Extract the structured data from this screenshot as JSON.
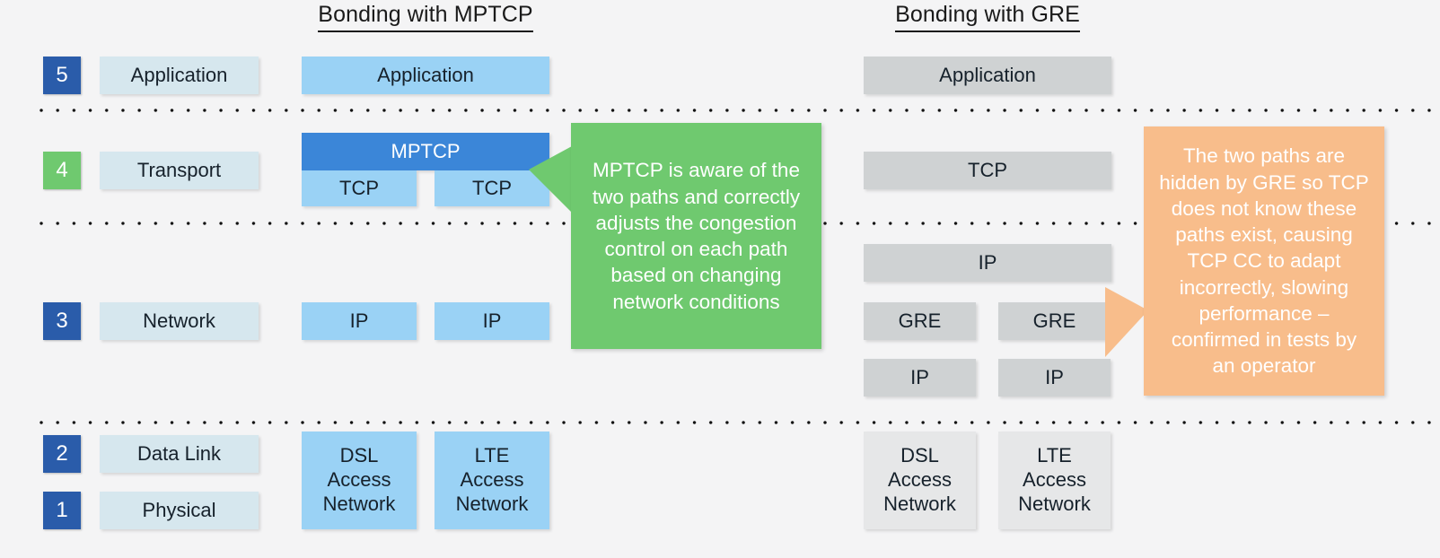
{
  "diagram": {
    "background_color": "#f4f4f5",
    "columns": [
      {
        "id": "osi",
        "title": ""
      },
      {
        "id": "mptcp",
        "title": "Bonding with MPTCP"
      },
      {
        "id": "gre",
        "title": "Bonding with GRE"
      }
    ]
  },
  "headings": {
    "mptcp": "Bonding with MPTCP",
    "gre": "Bonding with GRE"
  },
  "osi_layers": [
    {
      "number": "5",
      "name": "Application",
      "badge_color": "#2a5caa"
    },
    {
      "number": "4",
      "name": "Transport",
      "badge_color": "#6fc96f"
    },
    {
      "number": "3",
      "name": "Network",
      "badge_color": "#2a5caa"
    },
    {
      "number": "2",
      "name": "Data Link",
      "badge_color": "#2a5caa"
    },
    {
      "number": "1",
      "name": "Physical",
      "badge_color": "#2a5caa"
    }
  ],
  "mptcp_stack": {
    "application": "Application",
    "mptcp": "MPTCP",
    "tcp_left": "TCP",
    "tcp_right": "TCP",
    "ip_left": "IP",
    "ip_right": "IP",
    "access_left": "DSL\nAccess\nNetwork",
    "access_left_lines": [
      "DSL",
      "Access",
      "Network"
    ],
    "access_right_lines": [
      "LTE",
      "Access",
      "Network"
    ],
    "colors": {
      "application": "#9ad2f5",
      "mptcp": "#3b86d8",
      "tcp": "#9ad2f5",
      "ip": "#9ad2f5",
      "access": "#9ad2f5"
    }
  },
  "gre_stack": {
    "application": "Application",
    "tcp": "TCP",
    "ip_outer": "IP",
    "gre_left": "GRE",
    "gre_right": "GRE",
    "ip_left": "IP",
    "ip_right": "IP",
    "access_left_lines": [
      "DSL",
      "Access",
      "Network"
    ],
    "access_right_lines": [
      "LTE",
      "Access",
      "Network"
    ],
    "colors": {
      "layer": "#cfd2d3",
      "access": "#e6e7e8"
    }
  },
  "callouts": {
    "mptcp_note": {
      "text": "MPTCP is aware of the two paths and correctly adjusts the congestion control on each path based on changing network conditions",
      "color": "#6fc96f",
      "text_color": "#ffffff"
    },
    "gre_note": {
      "text": "The two paths are hidden by GRE so TCP does not know these paths exist, causing TCP CC to adapt incorrectly, slowing performance – confirmed in tests by an operator",
      "color": "#f8bd8b",
      "text_color": "#ffffff"
    }
  }
}
